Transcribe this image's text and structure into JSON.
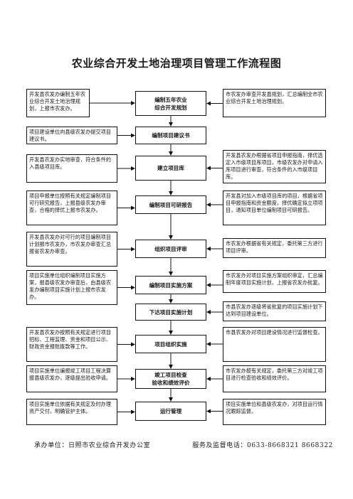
{
  "title": "农业综合开发土地治理项目管理工作流程图",
  "steps": [
    {
      "left": "开发县农发办编制五年农业综合开发土地治理规划，上报市农发办。",
      "center": "编制五年农业\n综合开发规划",
      "right": "市农发办审查开发县规划，汇总编制全市农业综合开发土地治理规划。"
    },
    {
      "left": "项目建设单位向县级农发办提交项目建议书。",
      "center": "编制项目建议书",
      "right": ""
    },
    {
      "left": "开发县农发办实地审查，符合条件的入县级项目库。",
      "center": "建立项目库",
      "right": "开发县农发办根据省项目申报指南，择优选定入市级项目库项目，市级农发办对申请入库项目进行审查，符合条件的入市级项目库。"
    },
    {
      "left": "项目申报单位按照有关规定编制项目可行研究报告，上报县级农发办审查，合格的择优上报市农发办。",
      "center": "编制项目可研报告",
      "right": "开发县对加入市级项目库的项目，根据省项目申报指南和资金额度，择优确定拟立项项目，通知项目单位编制项目可研报告。"
    },
    {
      "left": "开发县农发办对可行的项目编制项目计划报市农发办，市农发办审查汇总报省农发办审查。",
      "center": "组织项目评审",
      "right": "市农发办根据省有关规定，委托第三方进行项目评审。"
    },
    {
      "left": "项目实施单位组织编制项目实施方案，报县级农发办审查后，由县级农发办编制项目实施计划上报市农发办。",
      "center": "编制项目实施方案",
      "right": "市农发办对项目实施方案组织审定，汇总编制年度项目实施计划，上报省农发办批复。"
    },
    {
      "left": "",
      "center": "下达项目实施计划",
      "right": "市县农发办逐级将省批复的项目实施计划下达到项目建设单位。"
    },
    {
      "left": "开发县农发办按照有关规定进行项目招标、工程监理、资金和项目公示、财政资金报账拨款等工作。",
      "center": "项目组织实施",
      "right": "市县农发办对项目建设情况进行监督检查。"
    },
    {
      "left": "项目实施单位编报竣工项目工程决算报县级农发办，逐级提出验收申请。",
      "center": "竣工项目检查\n验收和绩效评价",
      "right": "市农发办按有关规定，委托第三方对竣工项目进行检查验收和绩效评价。"
    },
    {
      "left": "项目实施单位依据有关规定及时办理资产交付，明确管护主体。",
      "center": "运行管理",
      "right": "项目实施单位和县级农发办，对项目运行情况跟踪监督。"
    }
  ],
  "footer": {
    "unit": "承办单位：日照市农业综合开发办公室",
    "phone": "服务及监督电话：0633-8668321   8668322"
  }
}
